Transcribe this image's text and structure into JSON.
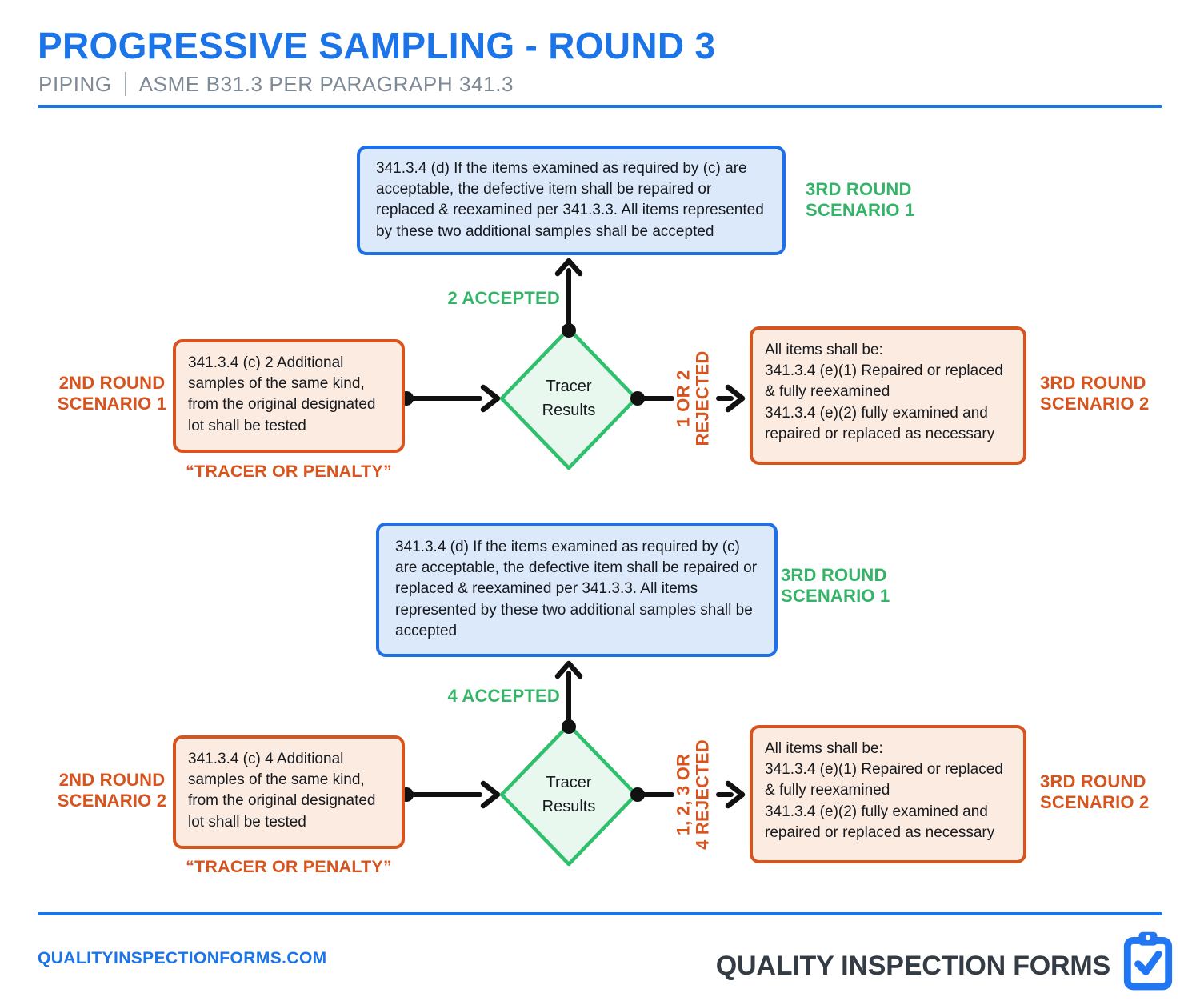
{
  "header": {
    "title": "PROGRESSIVE SAMPLING - ROUND 3",
    "subtitle_category": "PIPING",
    "subtitle_reference": "ASME B31.3 PER PARAGRAPH 341.3"
  },
  "colors": {
    "accent_blue": "#1b74e8",
    "orange": "#d8541e",
    "green": "#35b469",
    "blue_box_border": "#1f6fe8",
    "blue_box_fill": "#dce9fa",
    "orange_box_fill": "#fcebe0",
    "diamond_border": "#2fc06d",
    "diamond_fill": "#e9f8ef",
    "connector_black": "#111111"
  },
  "flows": [
    {
      "left_label_line1": "2ND ROUND",
      "left_label_line2": "SCENARIO 1",
      "left_box": "341.3.4 (c) 2 Additional samples of the same kind, from the original designated lot shall be tested",
      "left_caption": "“TRACER OR PENALTY”",
      "diamond_line1": "Tracer",
      "diamond_line2": "Results",
      "accepted_label": "2 ACCEPTED",
      "rejected_line1": "1 OR 2",
      "rejected_line2": "REJECTED",
      "top_box": "341.3.4 (d) If the items examined as required by (c) are acceptable, the defective item shall be repaired or replaced & reexamined per 341.3.3. All items represented by these two additional samples shall be accepted",
      "top_label_line1": "3RD ROUND",
      "top_label_line2": "SCENARIO 1",
      "right_box_line1": "All items shall be:",
      "right_box_line2": "341.3.4 (e)(1) Repaired or replaced & fully reexamined",
      "right_box_line3": "341.3.4 (e)(2) fully examined and repaired or replaced as necessary",
      "right_label_line1": "3RD ROUND",
      "right_label_line2": "SCENARIO 2"
    },
    {
      "left_label_line1": "2ND ROUND",
      "left_label_line2": "SCENARIO 2",
      "left_box": "341.3.4 (c) 4 Additional samples of the same kind, from the original designated lot shall be tested",
      "left_caption": "“TRACER OR PENALTY”",
      "diamond_line1": "Tracer",
      "diamond_line2": "Results",
      "accepted_label": "4 ACCEPTED",
      "rejected_line1": "1, 2, 3 OR",
      "rejected_line2": "4 REJECTED",
      "top_box": "341.3.4 (d) If the items examined as required by (c) are acceptable, the defective item shall be repaired or replaced & reexamined per 341.3.3. All items represented by these two additional samples shall be accepted",
      "top_label_line1": "3RD ROUND",
      "top_label_line2": "SCENARIO 1",
      "right_box_line1": "All items shall be:",
      "right_box_line2": "341.3.4 (e)(1) Repaired or replaced & fully reexamined",
      "right_box_line3": "341.3.4 (e)(2) fully examined and repaired or replaced as necessary",
      "right_label_line1": "3RD ROUND",
      "right_label_line2": "SCENARIO 2"
    }
  ],
  "footer": {
    "website": "QUALITYINSPECTIONFORMS.COM",
    "brand": "QUALITY INSPECTION FORMS",
    "logo_icon": "clipboard-check-icon"
  }
}
